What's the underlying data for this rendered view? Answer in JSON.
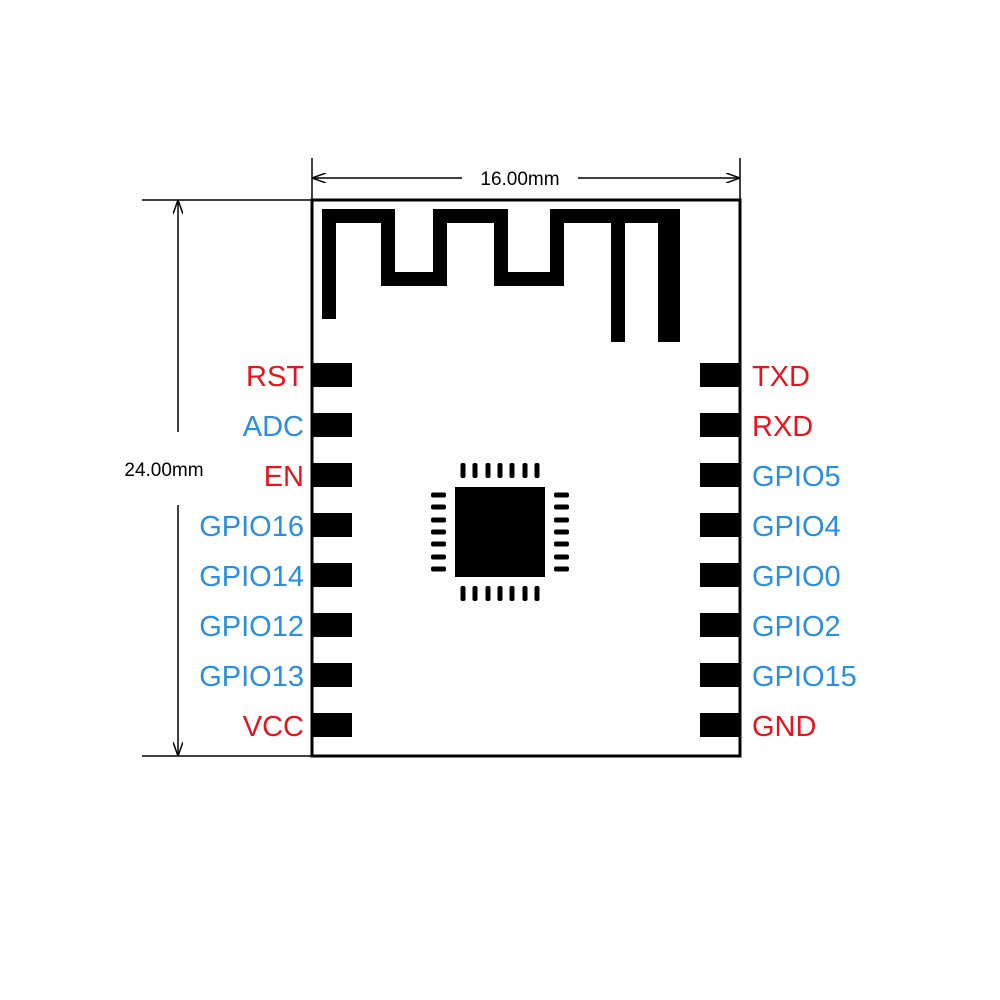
{
  "dimensions": {
    "width_label": "16.00mm",
    "height_label": "24.00mm"
  },
  "colors": {
    "power_control": "#e8141b",
    "signal": "#2a8fe0",
    "outline": "#000000"
  },
  "left_pins": [
    {
      "label": "RST",
      "type": "power_control"
    },
    {
      "label": "ADC",
      "type": "signal"
    },
    {
      "label": "EN",
      "type": "power_control"
    },
    {
      "label": "GPIO16",
      "type": "signal"
    },
    {
      "label": "GPIO14",
      "type": "signal"
    },
    {
      "label": "GPIO12",
      "type": "signal"
    },
    {
      "label": "GPIO13",
      "type": "signal"
    },
    {
      "label": "VCC",
      "type": "power_control"
    }
  ],
  "right_pins": [
    {
      "label": "TXD",
      "type": "power_control"
    },
    {
      "label": "RXD",
      "type": "power_control"
    },
    {
      "label": "GPIO5",
      "type": "signal"
    },
    {
      "label": "GPIO4",
      "type": "signal"
    },
    {
      "label": "GPIO0",
      "type": "signal"
    },
    {
      "label": "GPIO2",
      "type": "signal"
    },
    {
      "label": "GPIO15",
      "type": "signal"
    },
    {
      "label": "GND",
      "type": "power_control"
    }
  ]
}
